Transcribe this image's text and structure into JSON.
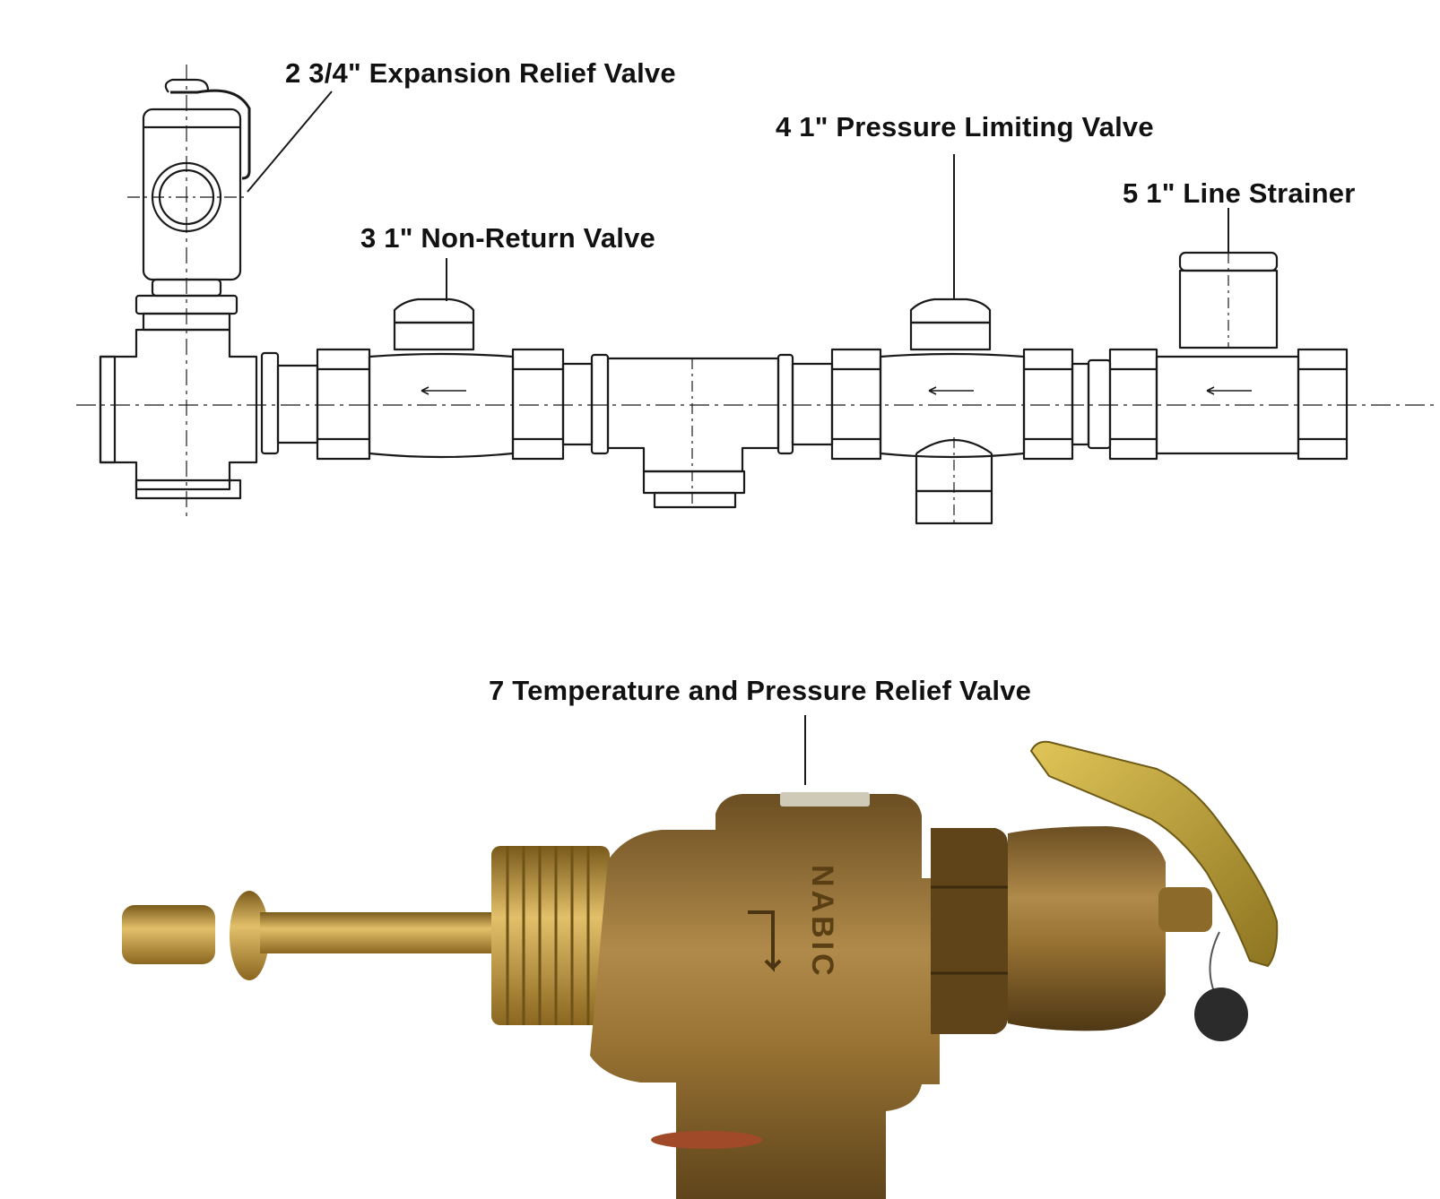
{
  "labels": {
    "expansion_relief_valve": "2  3/4\" Expansion Relief Valve",
    "non_return_valve": "3  1\" Non-Return Valve",
    "pressure_limiting_valve": "4  1\" Pressure Limiting Valve",
    "line_strainer": "5  1\" Line Strainer",
    "tp_relief_valve": "7  Temperature and Pressure Relief Valve"
  },
  "photo": {
    "body_marking": "NABIC"
  },
  "colors": {
    "line_art": "#1a1a1a",
    "bronze": "#9a7434",
    "brass": "#c9a24a",
    "lever_gold": "#c8a93a"
  }
}
